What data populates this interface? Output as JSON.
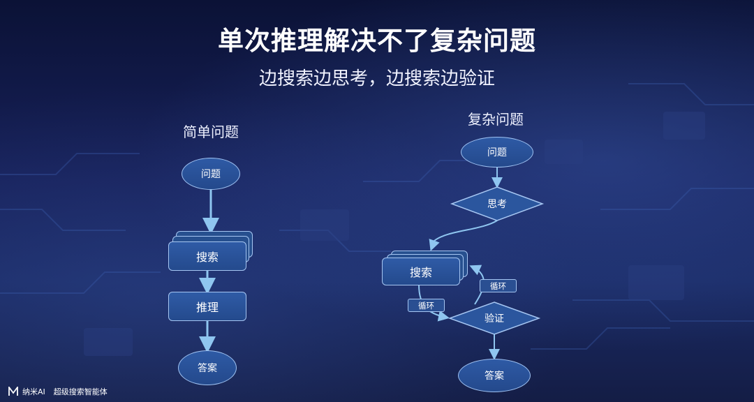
{
  "title": "单次推理解决不了复杂问题",
  "subtitle": "边搜索边思考，边搜索边验证",
  "colors": {
    "background_top": "#0b1236",
    "background_bottom": "#1a2a64",
    "node_fill": "#2b569e",
    "node_border": "#a6c6f2",
    "arrow": "#8fc6f0"
  },
  "simple": {
    "label": "简单问题",
    "question": "问题",
    "search": "搜索",
    "reasoning": "推理",
    "answer": "答案"
  },
  "complex": {
    "label": "复杂问题",
    "question": "问题",
    "think": "思考",
    "search": "搜索",
    "loop_right": "循环",
    "loop_left": "循环",
    "verify": "验证",
    "answer": "答案"
  },
  "footer": {
    "icon": "nami-logo-icon",
    "brand": "纳米AI",
    "tagline": "超级搜索智能体"
  }
}
